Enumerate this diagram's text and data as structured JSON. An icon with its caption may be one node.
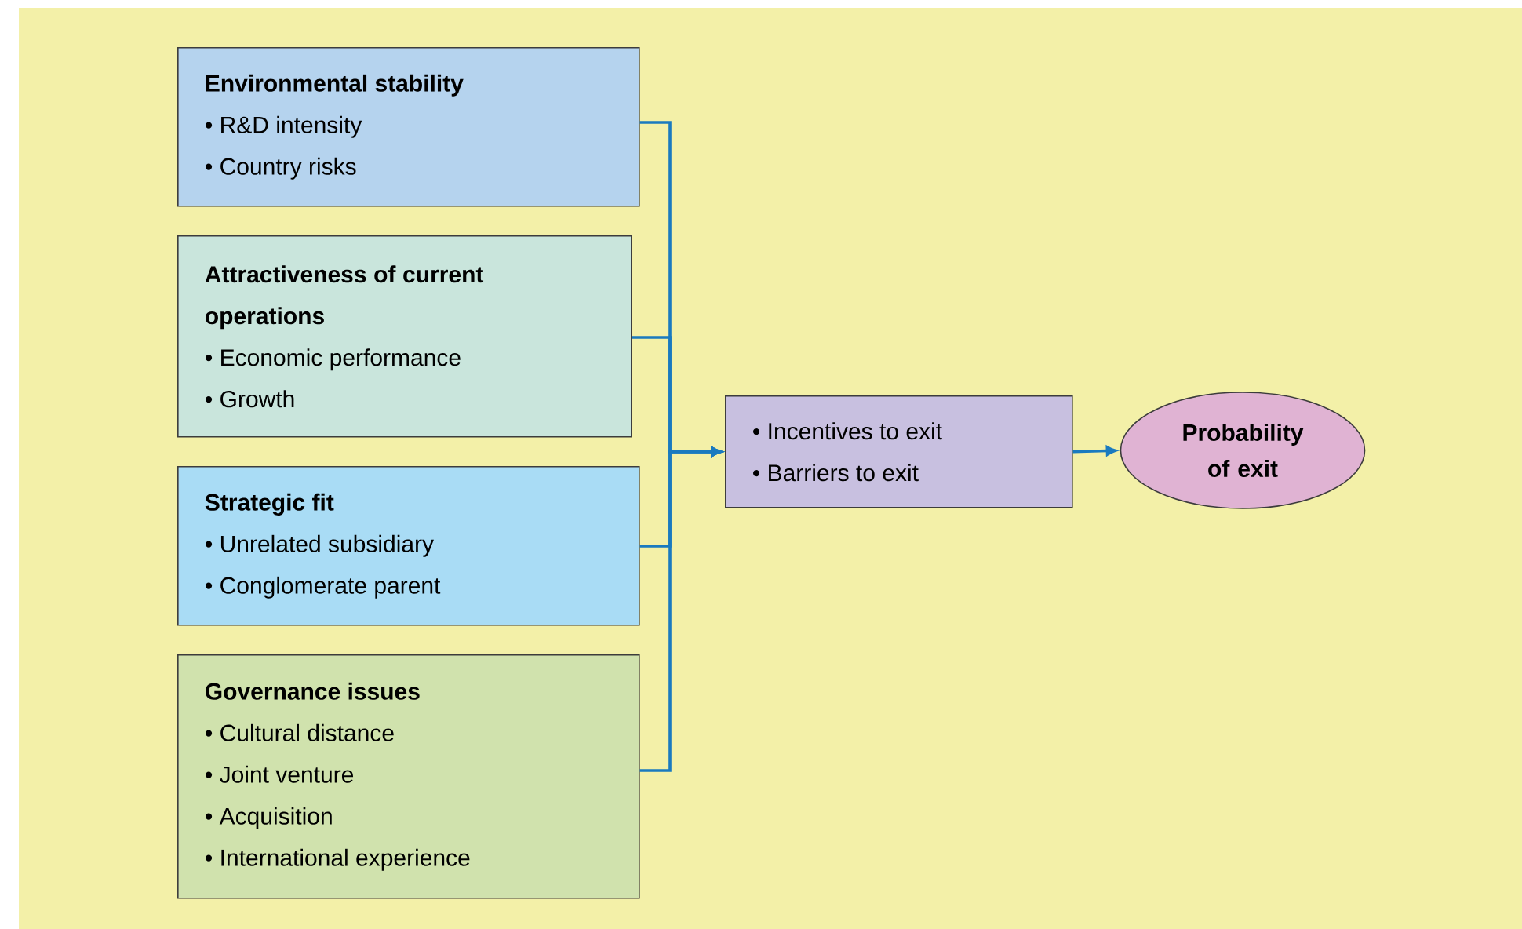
{
  "diagram": {
    "nodes": [
      {
        "text": [
          "Environmental stability",
          "• R&D intensity",
          "• Country risks"
        ]
      },
      {
        "text": [
          "Attractiveness of current operations",
          "• Economic performance",
          "• Growth"
        ]
      },
      {
        "text": [
          "Strategic fit",
          "• Unrelated subsidiary",
          "• Conglomerate parent"
        ]
      },
      {
        "text": [
          "Governance issues",
          "• Cultural distance",
          "• Joint venture",
          "• Acquisition",
          "• International experience"
        ]
      },
      {
        "text": [
          "• Incentives to exit",
          "• Barriers to exit"
        ]
      },
      {
        "text": [
          "Probability of exit"
        ]
      }
    ],
    "edges": [
      {
        "from": 0,
        "to": 4,
        "arrow": "to"
      },
      {
        "from": 1,
        "to": 4,
        "arrow": "to"
      },
      {
        "from": 2,
        "to": 4,
        "arrow": "to"
      },
      {
        "from": 3,
        "to": 4,
        "arrow": "to"
      },
      {
        "from": 4,
        "to": 5,
        "arrow": "to"
      }
    ]
  }
}
